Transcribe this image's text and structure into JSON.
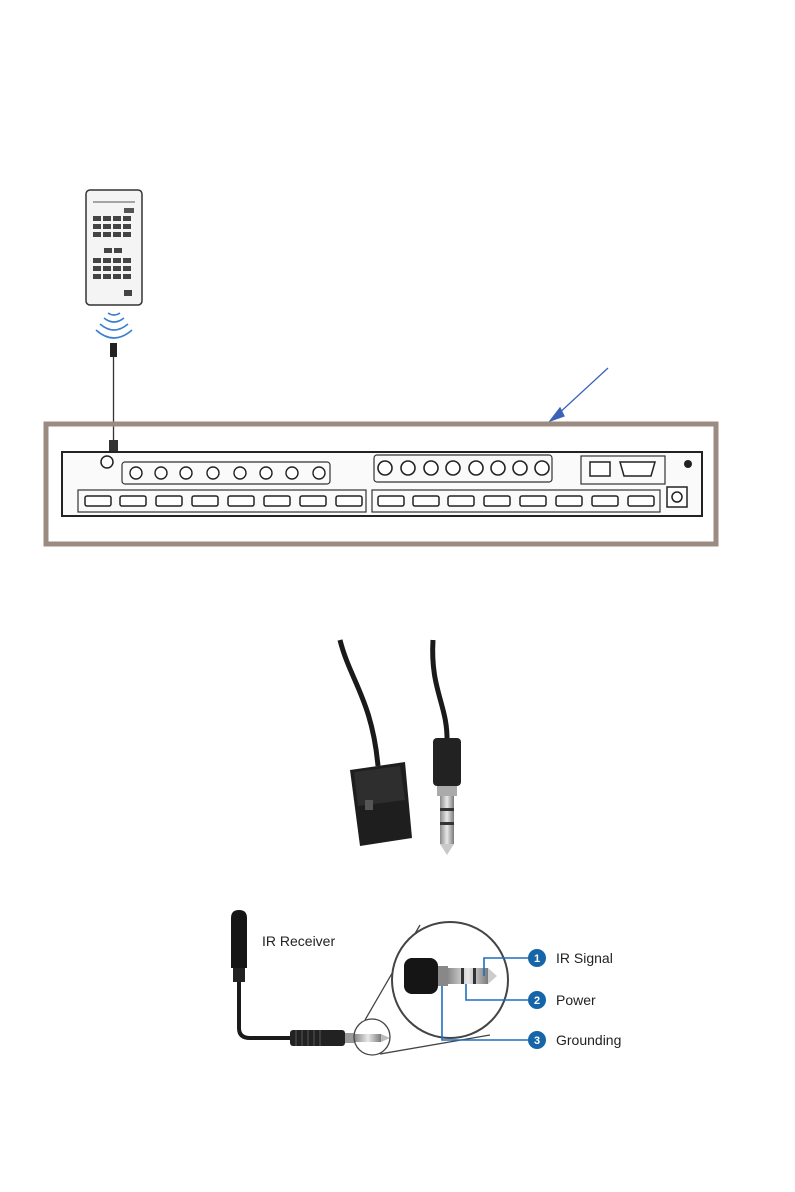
{
  "remote": {
    "brand_text": "",
    "icon": "remote-control-icon"
  },
  "ir_signal_icon": "ir-waves-icon",
  "device_panel": {
    "description_icon": "matrix-rear-panel-icon"
  },
  "photo": {
    "icon": "ir-receiver-cable-photo-icon"
  },
  "pinout": {
    "receiver_label": "IR Receiver",
    "pins": [
      {
        "number": "1",
        "label": "IR Signal"
      },
      {
        "number": "2",
        "label": "Power"
      },
      {
        "number": "3",
        "label": "Grounding"
      }
    ],
    "badge_color": "#1565a8"
  },
  "colors": {
    "frame": "#9b8b80",
    "arrow": "#3b63b8"
  }
}
